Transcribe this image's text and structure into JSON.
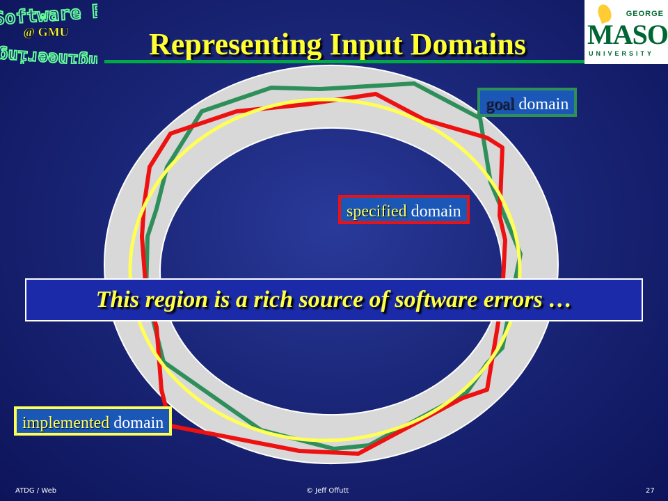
{
  "slide": {
    "title": "Representing Input Domains",
    "se_logo": {
      "line_top": "Software E",
      "line_mid": "@ GMU",
      "line_bottom": "ngineering"
    },
    "gmu_logo": {
      "george": "GEORGE",
      "mason": "MASON",
      "university": "UNIVERSITY"
    }
  },
  "labels": {
    "goal": {
      "keyword": "goal",
      "rest": " domain"
    },
    "specified": {
      "keyword": "specified",
      "rest": " domain"
    },
    "implemented": {
      "keyword": "implemented",
      "rest": " domain"
    }
  },
  "callout": "This region is a rich source of software errors …",
  "footer": {
    "left": "ATDG / Web",
    "center": "© Jeff Offutt",
    "page": "27"
  },
  "colors": {
    "background": "#1a2678",
    "title": "#ffff33",
    "title_rule": "#00aa44",
    "goal": "#2f8f5a",
    "specified": "#ee1111",
    "implemented": "#ffff55",
    "ring": "#d8d8d8"
  }
}
